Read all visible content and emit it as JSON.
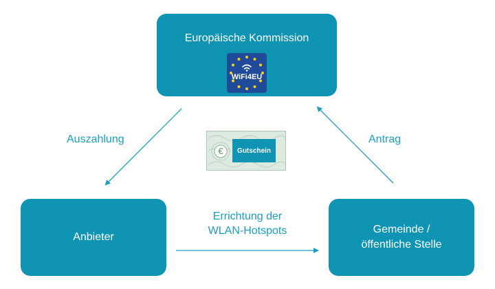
{
  "nodes": {
    "commission": {
      "title": "Europäische Kommission",
      "logo_text": "WiFi4EU"
    },
    "provider": {
      "title": "Anbieter"
    },
    "municipality": {
      "line1": "Gemeinde /",
      "line2": "öffentliche Stelle"
    }
  },
  "edges": {
    "payout": "Auszahlung",
    "application": "Antrag",
    "setup_line1": "Errichtung der",
    "setup_line2": "WLAN-Hotspots"
  },
  "voucher": {
    "label": "Gutschein",
    "symbol": "€"
  },
  "colors": {
    "box": "#0f94b4",
    "label": "#1a9fc0",
    "arrow": "#1a9fc0",
    "logo_bg": "#1f4b9a",
    "stars": "#f2d21b"
  },
  "icons": [
    "wifi4eu-logo",
    "eu-stars",
    "euro-icon"
  ]
}
